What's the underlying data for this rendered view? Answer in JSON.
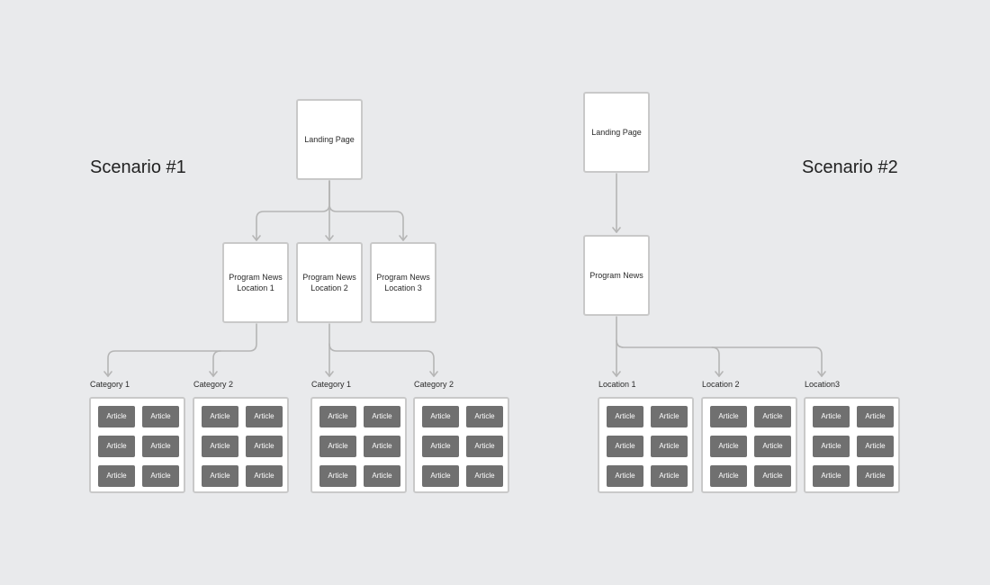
{
  "scenario1": {
    "title": "Scenario #1",
    "landing": "Landing Page",
    "programs": [
      "Program News\nLocation 1",
      "Program News\nLocation 2",
      "Program News\nLocation 3"
    ],
    "groups": [
      {
        "label": "Category 1",
        "articles": [
          "Article",
          "Article",
          "Article",
          "Article",
          "Article",
          "Article"
        ]
      },
      {
        "label": "Category 2",
        "articles": [
          "Article",
          "Article",
          "Article",
          "Article",
          "Article",
          "Article"
        ]
      },
      {
        "label": "Category 1",
        "articles": [
          "Article",
          "Article",
          "Article",
          "Article",
          "Article",
          "Article"
        ]
      },
      {
        "label": "Category 2",
        "articles": [
          "Article",
          "Article",
          "Article",
          "Article",
          "Article",
          "Article"
        ]
      }
    ]
  },
  "scenario2": {
    "title": "Scenario #2",
    "landing": "Landing Page",
    "program": "Program News",
    "groups": [
      {
        "label": "Location 1",
        "articles": [
          "Article",
          "Article",
          "Article",
          "Article",
          "Article",
          "Article"
        ]
      },
      {
        "label": "Location 2",
        "articles": [
          "Article",
          "Article",
          "Article",
          "Article",
          "Article",
          "Article"
        ]
      },
      {
        "label": "Location3",
        "articles": [
          "Article",
          "Article",
          "Article",
          "Article",
          "Article",
          "Article"
        ]
      }
    ]
  },
  "colors": {
    "background": "#e9eaec",
    "box_border": "#c9c9c9",
    "connector": "#b5b5b5",
    "article_fill": "#707070"
  }
}
